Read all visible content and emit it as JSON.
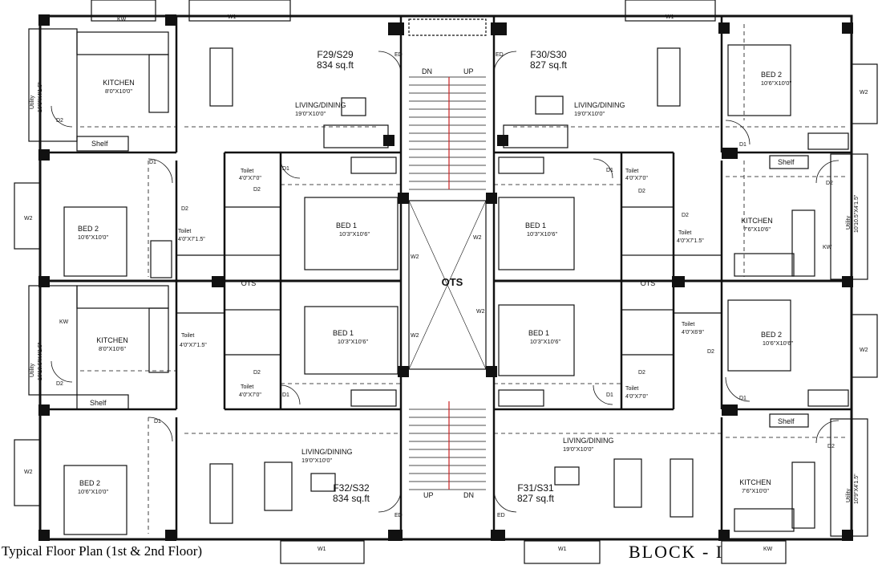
{
  "caption": "Typical Floor Plan (1st & 2nd Floor)",
  "block_label": "BLOCK - I",
  "units": [
    {
      "id": "F29/S29",
      "area": "834 sq.ft"
    },
    {
      "id": "F30/S30",
      "area": "827 sq.ft"
    },
    {
      "id": "F31/S31",
      "area": "827 sq.ft"
    },
    {
      "id": "F32/S32",
      "area": "834 sq.ft"
    }
  ],
  "rooms": {
    "kitchen": "KITCHEN",
    "living": "LIVING/DINING",
    "bed1": "BED 1",
    "bed2": "BED 2",
    "toilet": "Toilet",
    "utility": "Utility",
    "shelf": "Shelf",
    "ots": "OTS"
  },
  "dims": {
    "kitchen_a": "8'0\"X10'0\"",
    "kitchen_b": "8'0\"X10'6\"",
    "kitchen_c": "7'6\"X10'6\"",
    "kitchen_d": "7'6\"X10'0\"",
    "living_a": "19'0\"X10'0\"",
    "living_b": "19'0\"X10'0\"",
    "living_c": "19'0\"X10'0\"",
    "living_d": "19'0\"X10'0\"",
    "bed1": "10'3\"X10'6\"",
    "bed2_a": "10'6\"X10'0\"",
    "bed2_b": "10'6\"X10'6\"",
    "toilet_a": "4'0\"X7'0\"",
    "toilet_b": "4'0\"X7'1.5\"",
    "toilet_c": "4'0\"X6'9\"",
    "utility_a": "10'9\"X4'1.5\"",
    "utility_b": "10'10.5\"X4'1.5\""
  },
  "openings": {
    "w1": "W1",
    "w2": "W2",
    "kw": "KW",
    "d1": "D1",
    "d2": "D2",
    "ed": "ED"
  },
  "stairs": {
    "dn": "DN",
    "up": "UP"
  }
}
